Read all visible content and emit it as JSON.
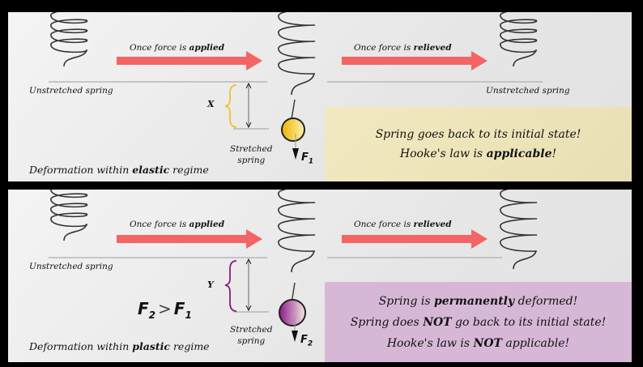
{
  "panels": [
    {
      "id": "elastic",
      "unstretched_left": "Unstretched spring",
      "arrow_applied": {
        "prefix": "Once force is ",
        "bold": "applied"
      },
      "arrow_relieved": {
        "prefix": "Once force is ",
        "bold": "relieved"
      },
      "unstretched_right": "Unstretched spring",
      "stretched": [
        "Stretched",
        "spring"
      ],
      "extension_label": "X",
      "force_label": {
        "base": "F",
        "sub": "1"
      },
      "caption": {
        "prefix": "Deformation within ",
        "bold": "elastic",
        "suffix": " regime"
      },
      "message_lines": [
        {
          "parts": [
            {
              "t": "Spring goes back to its initial state!",
              "b": false
            }
          ]
        },
        {
          "parts": [
            {
              "t": "Hooke's law is ",
              "b": false
            },
            {
              "t": "applicable",
              "b": true
            },
            {
              "t": "!",
              "b": false
            }
          ]
        }
      ],
      "colors": {
        "box": "#ede3b8",
        "brace": "#f2c12e",
        "mass": "#f5c530"
      }
    },
    {
      "id": "plastic",
      "unstretched_left": "Unstretched spring",
      "arrow_applied": {
        "prefix": "Once force is ",
        "bold": "applied"
      },
      "arrow_relieved": {
        "prefix": "Once force is ",
        "bold": "relieved"
      },
      "stretched": [
        "Stretched",
        "spring"
      ],
      "extension_label": "Y",
      "force_label": {
        "base": "F",
        "sub": "2"
      },
      "inequality": {
        "left_base": "F",
        "left_sub": "2",
        "op": ">",
        "right_base": "F",
        "right_sub": "1"
      },
      "caption": {
        "prefix": "Deformation within ",
        "bold": "plastic",
        "suffix": " regime"
      },
      "message_lines": [
        {
          "parts": [
            {
              "t": "Spring is ",
              "b": false
            },
            {
              "t": "permanently",
              "b": true
            },
            {
              "t": " deformed!",
              "b": false
            }
          ]
        },
        {
          "parts": [
            {
              "t": "Spring does ",
              "b": false
            },
            {
              "t": "NOT",
              "b": true
            },
            {
              "t": " go back to its initial state!",
              "b": false
            }
          ]
        },
        {
          "parts": [
            {
              "t": "Hooke's law is ",
              "b": false
            },
            {
              "t": "NOT",
              "b": true
            },
            {
              "t": " applicable!",
              "b": false
            }
          ]
        }
      ],
      "colors": {
        "box": "#d6b8d6",
        "brace": "#8a1a7a",
        "mass": "#8e1a8a"
      }
    }
  ],
  "colors": {
    "arrow": "#f46464",
    "spring": "#333333",
    "baseline": "#b8b8b8"
  }
}
